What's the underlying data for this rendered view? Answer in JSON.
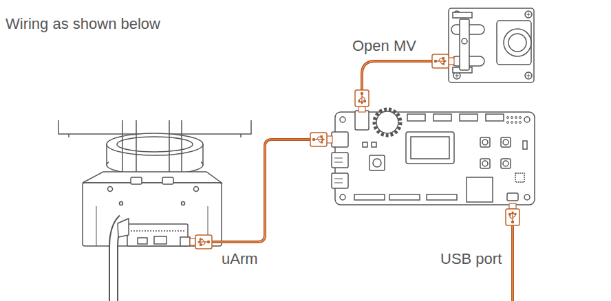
{
  "diagram": {
    "title": "Wiring as shown below",
    "labels": [
      "Open MV",
      "uArm",
      "USB port"
    ]
  }
}
